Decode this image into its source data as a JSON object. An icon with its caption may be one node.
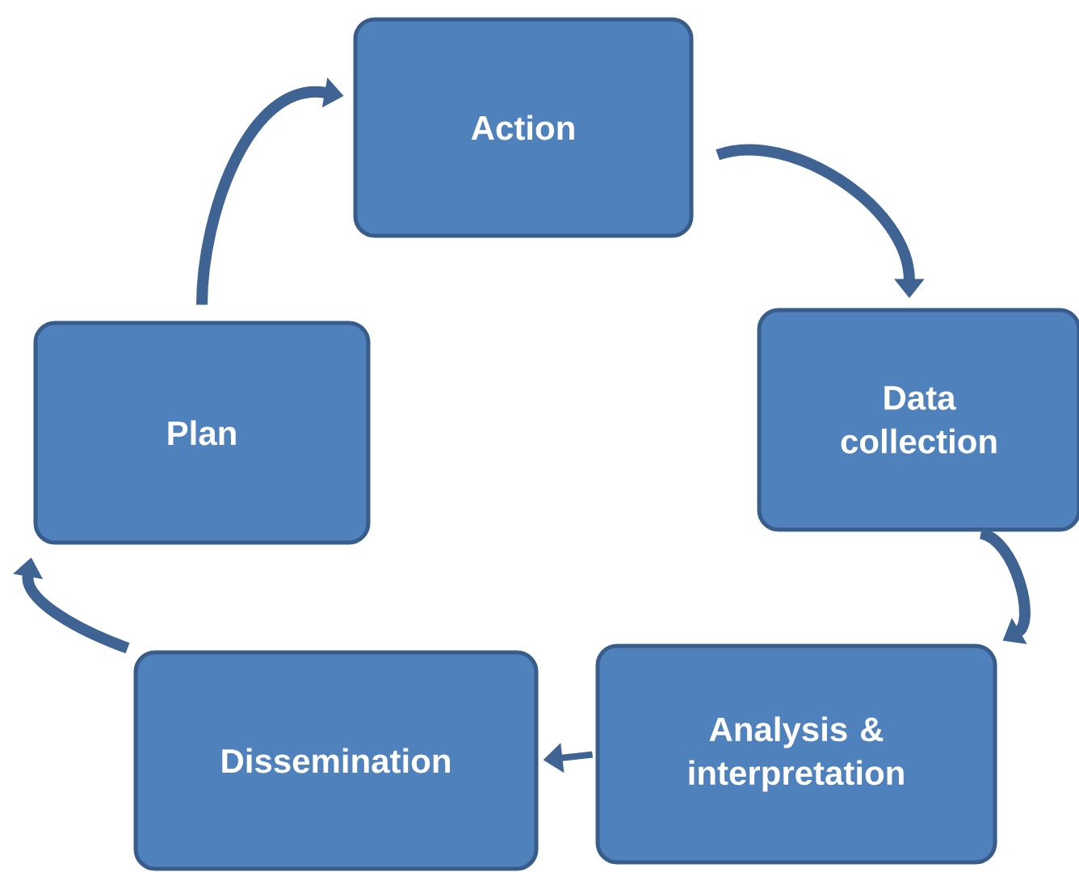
{
  "diagram": {
    "nodes": [
      {
        "text": [
          "Action"
        ]
      },
      {
        "text": [
          "Data collection"
        ]
      },
      {
        "text": [
          "Analysis & interpretation"
        ]
      },
      {
        "text": [
          "Dissemination"
        ]
      },
      {
        "text": [
          "Plan"
        ]
      }
    ],
    "edges": [
      {
        "from": 0,
        "to": 1,
        "arrow": "to"
      },
      {
        "from": 1,
        "to": 2,
        "arrow": "to"
      },
      {
        "from": 2,
        "to": 3,
        "arrow": "to"
      },
      {
        "from": 3,
        "to": 4,
        "arrow": "to"
      },
      {
        "from": 4,
        "to": 0,
        "arrow": "to"
      }
    ]
  }
}
